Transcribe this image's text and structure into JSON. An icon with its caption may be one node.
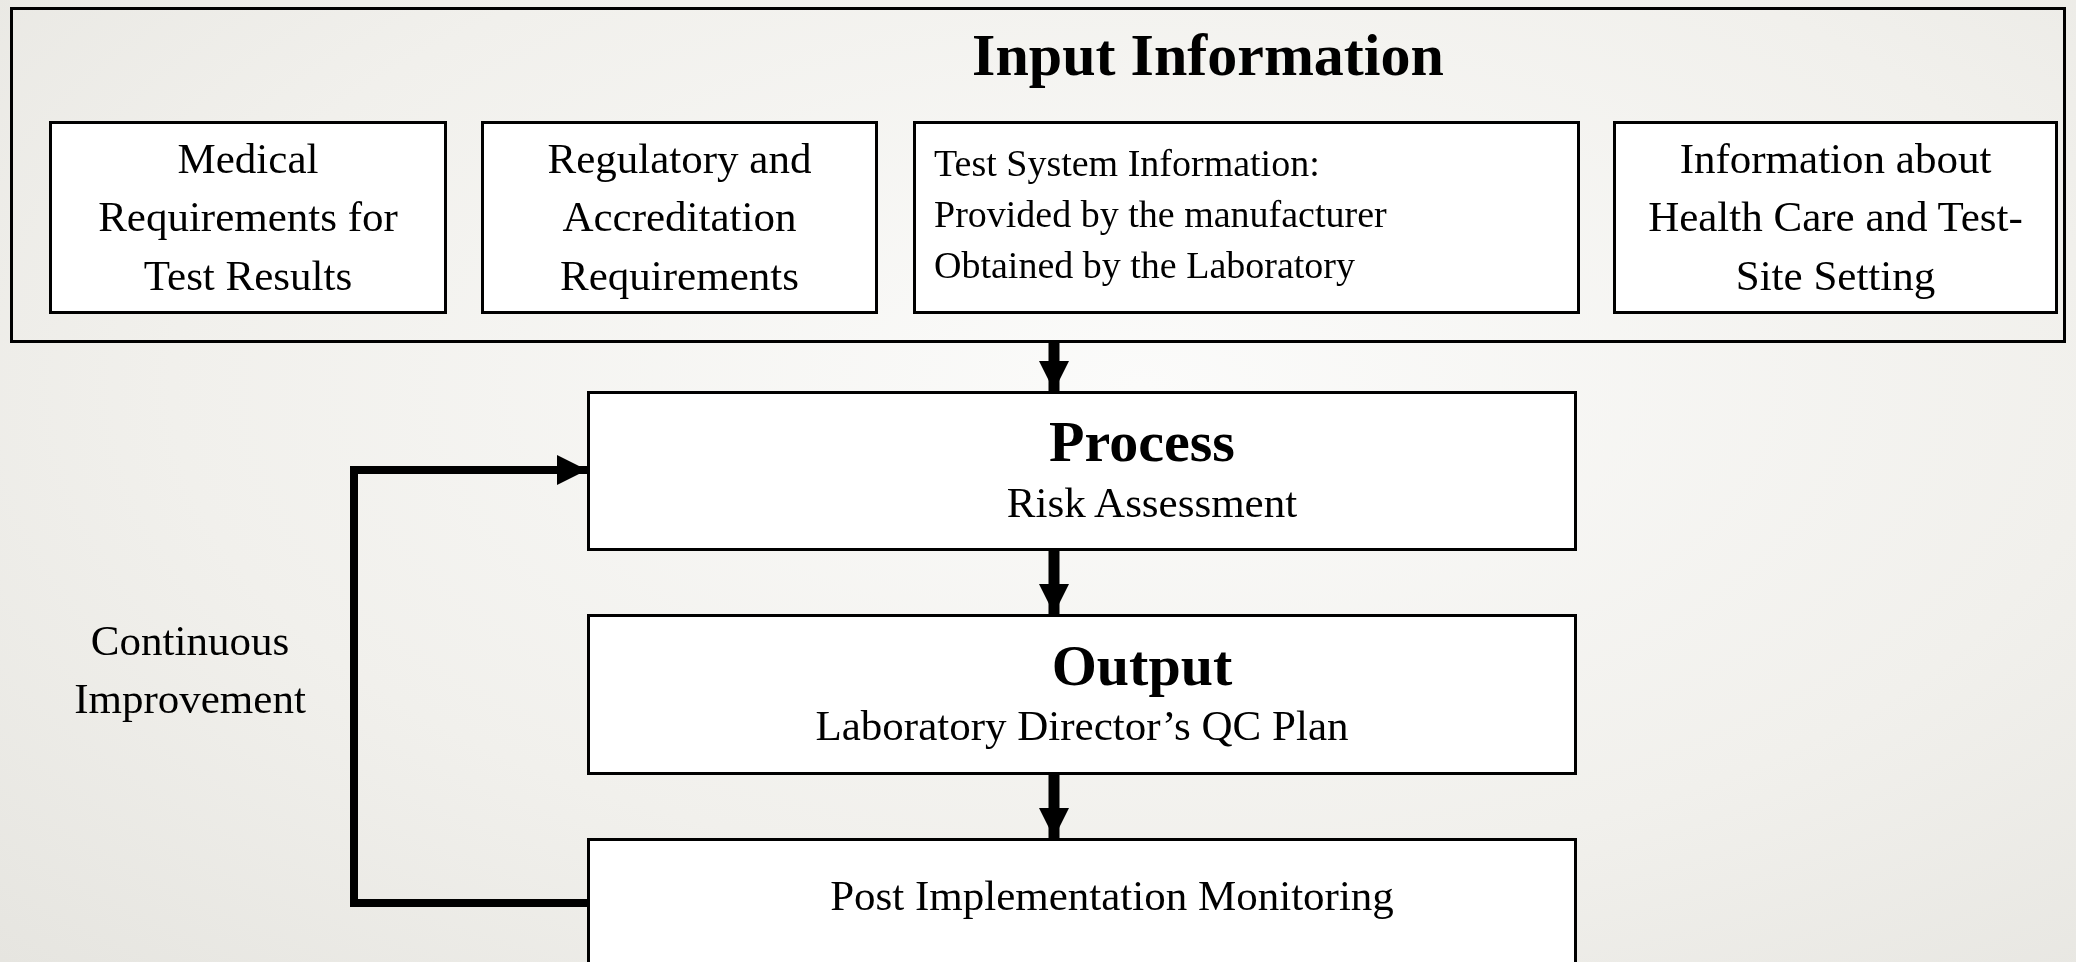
{
  "diagram": {
    "nodes": [
      {
        "text": [
          "Input Information"
        ]
      },
      {
        "text": [
          "Medical Requirements for Test Results"
        ],
        "in": 0
      },
      {
        "text": [
          "Regulatory and Accreditation Requirements"
        ],
        "in": 0
      },
      {
        "text": [
          "Test System Information:",
          "Provided by the manufacturer",
          "Obtained by the Laboratory"
        ],
        "in": 0
      },
      {
        "text": [
          "Information about Health Care and Test-Site Setting"
        ],
        "in": 0
      },
      {
        "text": [
          "Process",
          "Risk Assessment"
        ]
      },
      {
        "text": [
          "Output",
          "Laboratory Director’s QC Plan"
        ]
      },
      {
        "text": [
          "Post Implementation Monitoring"
        ]
      }
    ],
    "edges": [
      {
        "from": 0,
        "to": 5,
        "arrow": "to"
      },
      {
        "from": 5,
        "to": 6,
        "arrow": "to"
      },
      {
        "from": 6,
        "to": 7,
        "arrow": "to"
      },
      {
        "from": 7,
        "to": 5,
        "arrow": "to",
        "label": "Continuous Improvement"
      }
    ]
  }
}
